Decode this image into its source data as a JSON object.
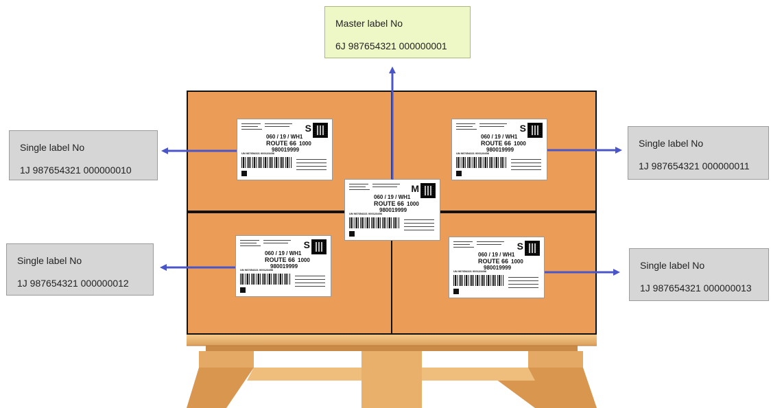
{
  "master_callout": {
    "title": "Master label No",
    "number": "6J 987654321 000000001"
  },
  "single_callouts": [
    {
      "title": "Single label No",
      "number": "1J 987654321 000000010"
    },
    {
      "title": "Single label No",
      "number": "1J 987654321 000000011"
    },
    {
      "title": "Single label No",
      "number": "1J 987654321 000000012"
    },
    {
      "title": "Single label No",
      "number": "1J 987654321 000000013"
    }
  ],
  "shipping_labels": {
    "single": {
      "size_letter": "S",
      "ref": "060 / 19 / WH1",
      "route": "ROUTE 66",
      "qty": "1000",
      "code": "980019999",
      "un": "UN 987654321 000123456"
    },
    "master": {
      "size_letter": "M",
      "ref": "060 / 19 / WH1",
      "route": "ROUTE 66",
      "qty": "1000",
      "code": "980019999",
      "un": "UN 987654321 000123456"
    }
  },
  "colors": {
    "box": "#eb9d57",
    "arrow": "#4a55c8",
    "callout": "#d6d6d6",
    "master_callout": "#eef7c6",
    "pallet": "#e8b06a"
  }
}
